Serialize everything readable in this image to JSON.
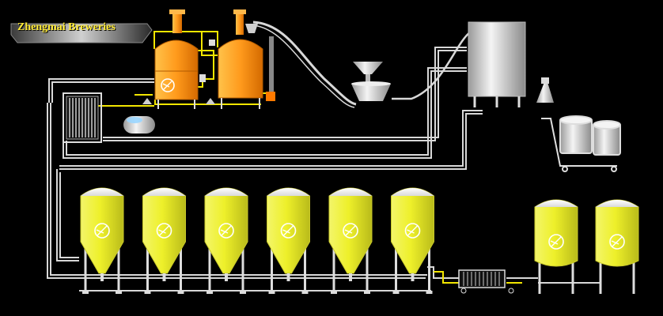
{
  "brand": {
    "name": "Zhengmai Breweries"
  },
  "colors": {
    "background": "#000000",
    "pipe": "#d8d8d8",
    "wort_pipe": "#f2e600",
    "fermenter_yellow": "#eef02a",
    "brewhouse_orange": "#ff9a1c",
    "banner_text": "#ffeb33"
  },
  "equipment": {
    "brewhouse_vessels": 2,
    "fermenters": 6,
    "bright_beer_tanks": 2
  }
}
